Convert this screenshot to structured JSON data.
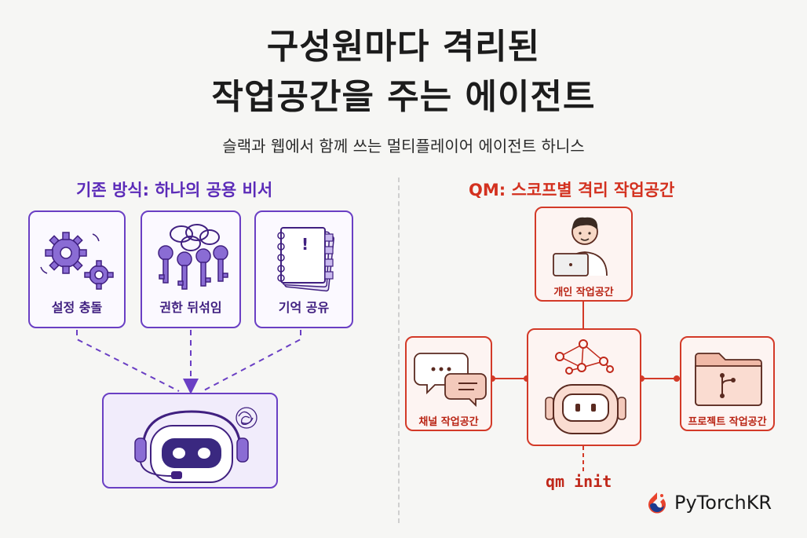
{
  "title": {
    "line1": "구성원마다 격리된",
    "line2": "작업공간을 주는 에이전트"
  },
  "subtitle": "슬랙과 웹에서 함께 쓰는 멀티플레이어 에이전트 하니스",
  "left": {
    "heading": "기존 방식: 하나의 공용 비서",
    "cards": [
      {
        "label": "설정 충돌",
        "icon": "gears-icon"
      },
      {
        "label": "권한 뒤섞임",
        "icon": "keys-icon"
      },
      {
        "label": "기억 공유",
        "icon": "notebook-icon"
      }
    ],
    "bottom_icon": "headset-robot-icon"
  },
  "right": {
    "heading": "QM: 스코프별 격리 작업공간",
    "nodes": {
      "personal": {
        "label": "개인 작업공간",
        "icon": "person-laptop-icon"
      },
      "channel": {
        "label": "채널 작업공간",
        "icon": "chat-bubbles-icon"
      },
      "project": {
        "label": "프로젝트 작업공간",
        "icon": "folder-branch-icon"
      },
      "center_icon": "network-robot-icon"
    },
    "command": "qm init"
  },
  "brand": {
    "name": "PyTorchKR",
    "icon": "pytorchkr-logo"
  },
  "colors": {
    "left_accent": "#6a3fc4",
    "right_accent": "#d33a28",
    "background": "#f6f6f4"
  }
}
